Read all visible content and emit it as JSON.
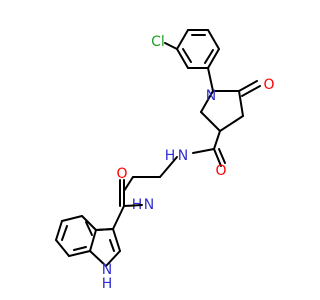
{
  "colors": {
    "bond": "#000000",
    "nitrogen": "#2f2fcf",
    "oxygen": "#ff0000",
    "chlorine": "#1fa01f",
    "background": "#ffffff"
  },
  "labels": {
    "cl": "Cl",
    "n_ring": "N",
    "o_lactam": "O",
    "o_amide_1": "O",
    "n_amide_1": "N",
    "h_amide_1": "H",
    "n_amide_2": "N",
    "h_amide_2": "H",
    "o_amide_2": "O",
    "n_indole": "N",
    "h_indole": "H"
  }
}
